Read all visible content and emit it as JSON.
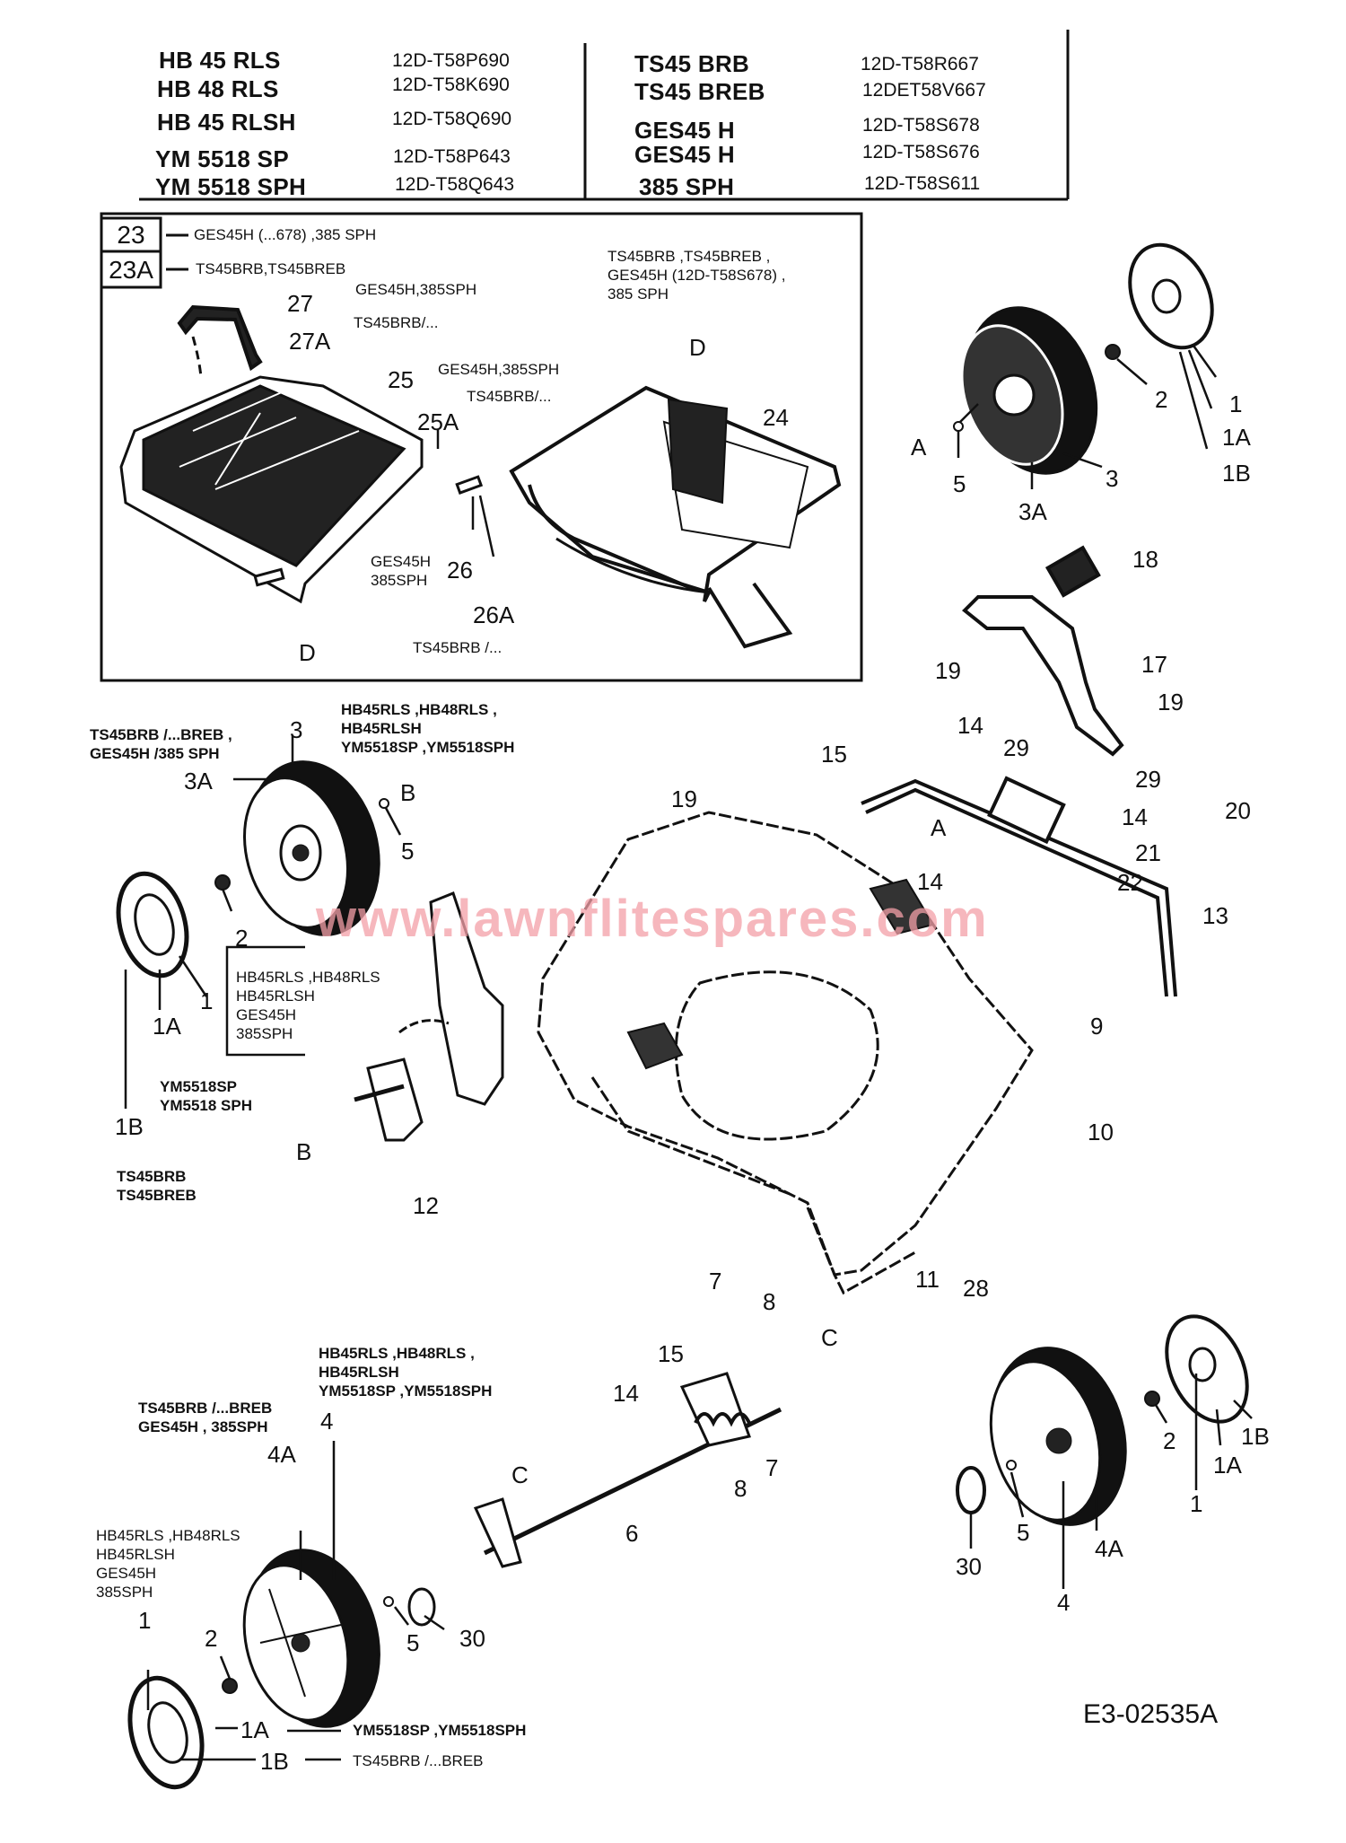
{
  "header_table": {
    "left": [
      {
        "model": "HB 45 RLS",
        "code": "12D-T58P690"
      },
      {
        "model": "HB 48 RLS",
        "code": "12D-T58K690"
      },
      {
        "model": "HB 45 RLSH",
        "code": "12D-T58Q690"
      },
      {
        "model": "YM 5518 SP",
        "code": "12D-T58P643"
      },
      {
        "model": "YM 5518 SPH",
        "code": "12D-T58Q643"
      }
    ],
    "right": [
      {
        "model": "TS45 BRB",
        "code": "12D-T58R667"
      },
      {
        "model": "TS45 BREB",
        "code": "12DET58V667"
      },
      {
        "model": "GES45 H",
        "code": "12D-T58S678"
      },
      {
        "model": "GES45 H",
        "code": "12D-T58S676"
      },
      {
        "model": "385 SPH",
        "code": "12D-T58S611"
      }
    ]
  },
  "grass_catcher_box": {
    "legend": [
      {
        "part": "23",
        "models": "GES45H (...678) ,385 SPH"
      },
      {
        "part": "23A",
        "models": "TS45BRB,TS45BREB"
      }
    ],
    "applies_to": [
      "TS45BRB ,TS45BREB ,",
      "GES45H (12D-T58S678) ,",
      "385 SPH"
    ],
    "callouts": {
      "p27": "27",
      "p27_models": "GES45H,385SPH",
      "p27A": "27A",
      "p27A_models": "TS45BRB/...",
      "p25": "25",
      "p25_models": "GES45H,385SPH",
      "p25A": "25A",
      "p25A_models": "TS45BRB/...",
      "p24": "24",
      "p26": "26",
      "p26_models": [
        "GES45H",
        "385SPH"
      ],
      "p26A": "26A",
      "p26A_models": "TS45BRB /...",
      "ref_d_top": "D",
      "ref_d_bottom": "D"
    }
  },
  "rear_wheel_right": {
    "ref": "A",
    "callouts": [
      "5",
      "3A",
      "3",
      "2",
      "1",
      "1A",
      "1B"
    ]
  },
  "rear_wheel_left": {
    "models_3A": [
      "TS45BRB /...BREB ,",
      "GES45H /385 SPH"
    ],
    "models_3": [
      "HB45RLS ,HB48RLS ,",
      "HB45RLSH",
      "YM5518SP ,YM5518SPH"
    ],
    "callout_3": "3",
    "callout_3A": "3A",
    "ref": "B",
    "callout_5": "5",
    "callout_2": "2",
    "callout_1": "1",
    "models_1": [
      "HB45RLS ,HB48RLS",
      "HB45RLSH",
      "GES45H",
      "385SPH"
    ],
    "callout_1A": "1A",
    "models_1A": [
      "YM5518SP",
      "YM5518 SPH"
    ],
    "callout_1B": "1B",
    "models_1B": [
      "TS45BRB",
      "TS45BREB"
    ]
  },
  "deck_assembly": {
    "callouts": {
      "p18": "18",
      "p17": "17",
      "p19a": "19",
      "p19b": "19",
      "p19c": "19",
      "p14a": "14",
      "p14b": "14",
      "p14c": "14",
      "p29a": "29",
      "p29b": "29",
      "p15": "15",
      "p20": "20",
      "p21": "21",
      "p22": "22",
      "p13": "13",
      "p9": "9",
      "p10": "10",
      "p11": "11",
      "p28": "28",
      "p7": "7",
      "p8": "8",
      "p12": "12",
      "ref_a": "A",
      "ref_b": "B",
      "ref_c": "C"
    }
  },
  "front_axle": {
    "callouts": {
      "p15": "15",
      "p14": "14",
      "p7": "7",
      "p8": "8",
      "p6": "6",
      "ref_c": "C"
    }
  },
  "front_wheel_left": {
    "models_4A": [
      "TS45BRB /...BREB",
      "GES45H , 385SPH"
    ],
    "models_4": [
      "HB45RLS ,HB48RLS ,",
      "HB45RLSH",
      "YM5518SP ,YM5518SPH"
    ],
    "models_1": [
      "HB45RLS ,HB48RLS",
      "HB45RLSH",
      "GES45H",
      "385SPH"
    ],
    "callout_4": "4",
    "callout_4A": "4A",
    "callout_1": "1",
    "callout_2": "2",
    "callout_5": "5",
    "callout_30": "30",
    "callout_1A": "1A",
    "models_1A": "YM5518SP ,YM5518SPH",
    "callout_1B": "1B",
    "models_1B": "TS45BRB /...BREB"
  },
  "front_wheel_right": {
    "callouts": [
      "30",
      "5",
      "4",
      "4A",
      "2",
      "1",
      "1A",
      "1B"
    ]
  },
  "watermark": "www.lawnflitespares.com",
  "diagram_code": "E3-02535A",
  "colors": {
    "ink": "#111111",
    "watermark": "#f4a0a8",
    "background": "#ffffff"
  }
}
